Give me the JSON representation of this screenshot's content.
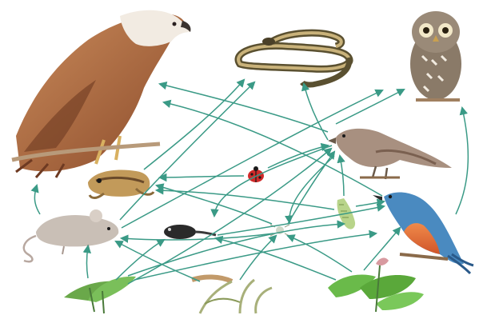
{
  "diagram": {
    "type": "food-web",
    "arrow_color": "#3a9a86",
    "organisms": [
      {
        "id": "eagle",
        "icon": "eagle-icon"
      },
      {
        "id": "snake",
        "icon": "snake-icon"
      },
      {
        "id": "owl",
        "icon": "owl-icon"
      },
      {
        "id": "sparrow",
        "icon": "sparrow-icon"
      },
      {
        "id": "frog",
        "icon": "frog-icon"
      },
      {
        "id": "ladybug",
        "icon": "ladybug-icon"
      },
      {
        "id": "mouse",
        "icon": "mouse-icon"
      },
      {
        "id": "tadpole",
        "icon": "tadpole-icon"
      },
      {
        "id": "spider",
        "icon": "spider-icon"
      },
      {
        "id": "caterpillar",
        "icon": "caterpillar-icon"
      },
      {
        "id": "kingfisher",
        "icon": "kingfisher-icon"
      },
      {
        "id": "grass",
        "icon": "grass-icon"
      },
      {
        "id": "wheat",
        "icon": "wheat-icon"
      },
      {
        "id": "leafy-plant",
        "icon": "leafy-plant-icon"
      }
    ],
    "links": [
      {
        "from": "mouse",
        "to": "eagle"
      },
      {
        "from": "sparrow",
        "to": "eagle"
      },
      {
        "from": "kingfisher",
        "to": "eagle"
      },
      {
        "from": "frog",
        "to": "snake"
      },
      {
        "from": "mouse",
        "to": "snake"
      },
      {
        "from": "sparrow",
        "to": "snake"
      },
      {
        "from": "sparrow",
        "to": "owl"
      },
      {
        "from": "kingfisher",
        "to": "owl"
      },
      {
        "from": "mouse",
        "to": "owl"
      },
      {
        "from": "ladybug",
        "to": "sparrow"
      },
      {
        "from": "caterpillar",
        "to": "sparrow"
      },
      {
        "from": "spider",
        "to": "sparrow"
      },
      {
        "from": "grass",
        "to": "sparrow"
      },
      {
        "from": "ladybug",
        "to": "frog"
      },
      {
        "from": "spider",
        "to": "frog"
      },
      {
        "from": "caterpillar",
        "to": "frog"
      },
      {
        "from": "grass",
        "to": "mouse"
      },
      {
        "from": "grass",
        "to": "tadpole"
      },
      {
        "from": "wheat",
        "to": "mouse"
      },
      {
        "from": "leafy-plant",
        "to": "spider"
      },
      {
        "from": "leafy-plant",
        "to": "kingfisher"
      },
      {
        "from": "grass",
        "to": "caterpillar"
      },
      {
        "from": "caterpillar",
        "to": "kingfisher"
      },
      {
        "from": "tadpole",
        "to": "kingfisher"
      },
      {
        "from": "spider",
        "to": "mouse"
      }
    ]
  }
}
